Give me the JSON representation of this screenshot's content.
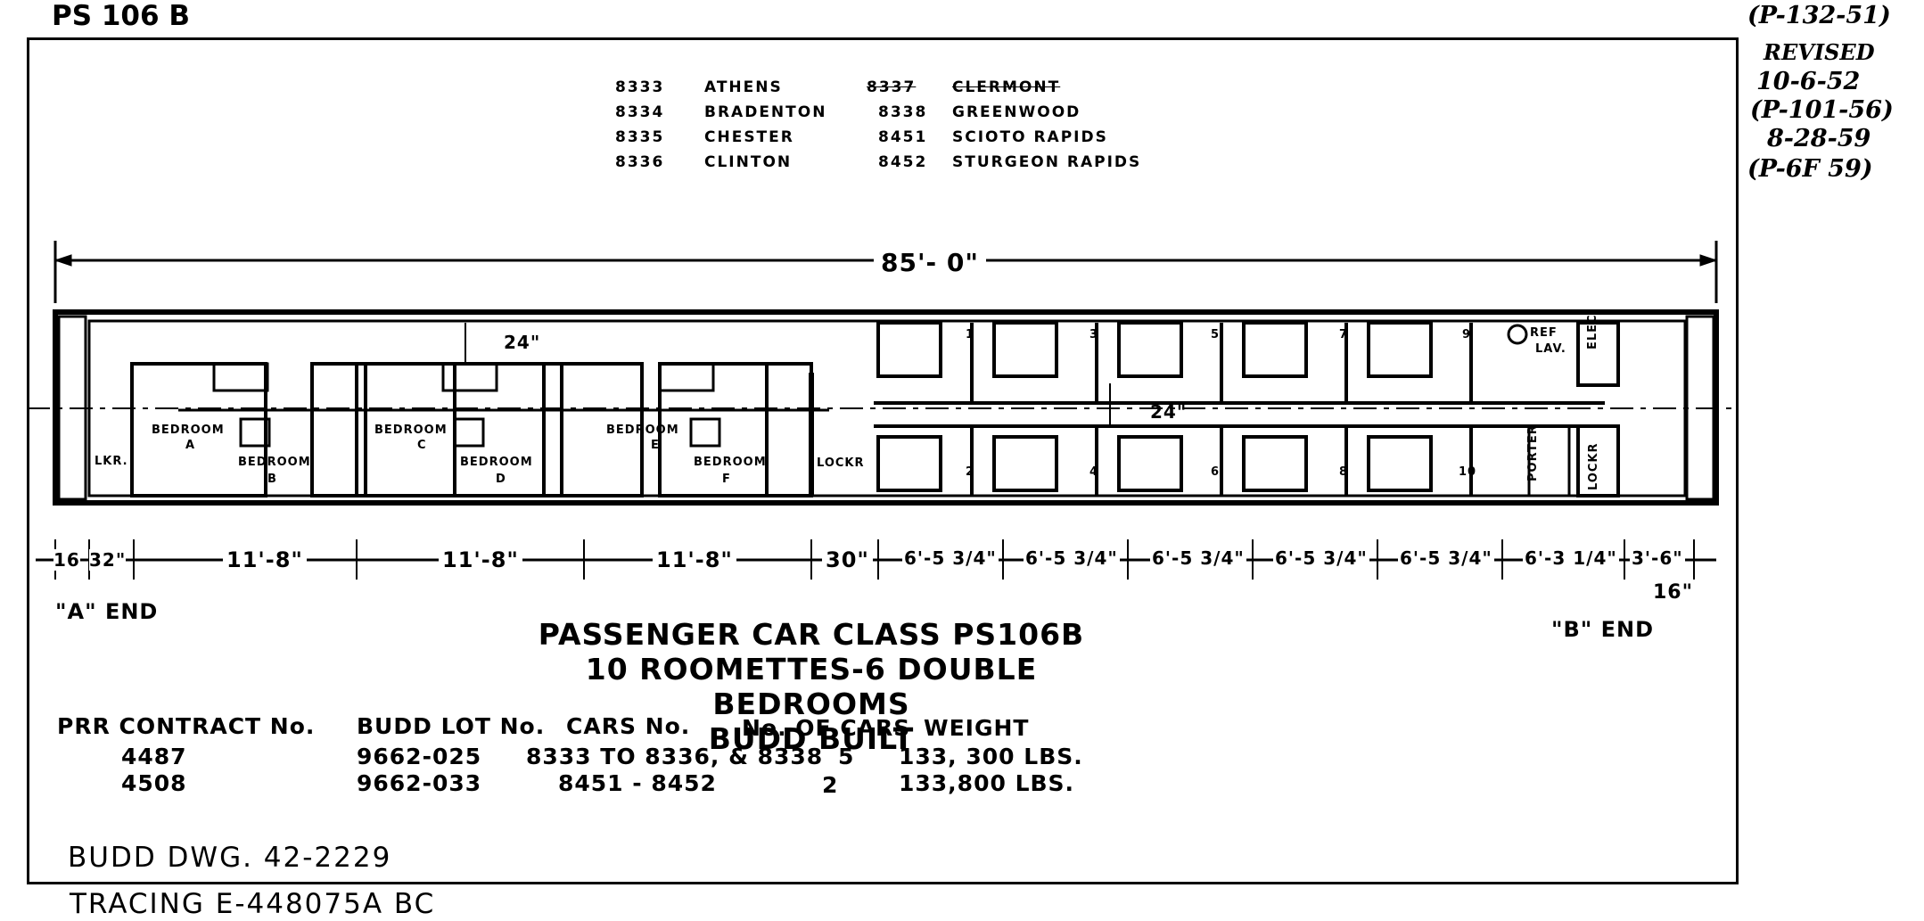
{
  "ps_label": "PS 106 B",
  "revisions": [
    "(P-132-51)",
    "REVISED",
    "10-6-52",
    "(P-101-56)",
    "8-28-59",
    "(P-6F 59)"
  ],
  "car_list_left": [
    {
      "number": "8333",
      "name": "ATHENS"
    },
    {
      "number": "8334",
      "name": "BRADENTON"
    },
    {
      "number": "8335",
      "name": "CHESTER"
    },
    {
      "number": "8336",
      "name": "CLINTON"
    }
  ],
  "car_list_right": [
    {
      "number": "8337",
      "name": "CLERMONT",
      "struck": true
    },
    {
      "number": "8338",
      "name": "GREENWOOD",
      "struck": false
    },
    {
      "number": "8451",
      "name": "SCIOTO RAPIDS",
      "struck": false
    },
    {
      "number": "8452",
      "name": "STURGEON RAPIDS",
      "struck": false
    }
  ],
  "overall_length": "85'- 0\"",
  "clearance_top": "24\"",
  "clearance_mid": "24\"",
  "segment_dims": [
    "16",
    "32\"",
    "11'-8\"",
    "11'-8\"",
    "11'-8\"",
    "30\"",
    "6'-5 3/4\"",
    "6'-5 3/4\"",
    "6'-5 3/4\"",
    "6'-5 3/4\"",
    "6'-5 3/4\"",
    "6'-3 1/4\"",
    "3'-6\""
  ],
  "end_dim_16": "16\"",
  "end_a": "\"A\" END",
  "end_b": "\"B\" END",
  "plan_labels": {
    "lkr": "LKR.",
    "lockr_mid": "LOCKR",
    "lockr_end": "LOCKR",
    "elec": "ELEC",
    "porter": "PORTER",
    "ref": "REF",
    "lav": "LAV.",
    "bedroom_word": "BEDROOM",
    "bedrooms": [
      "A",
      "B",
      "C",
      "D",
      "E",
      "F"
    ],
    "roomettes_top": [
      "1",
      "3",
      "5",
      "7",
      "9"
    ],
    "roomettes_bottom": [
      "2",
      "4",
      "6",
      "8",
      "10"
    ]
  },
  "title_lines": [
    "PASSENGER CAR CLASS PS106B",
    "10 ROOMETTES-6 DOUBLE BEDROOMS",
    "BUDD BUILT"
  ],
  "table": {
    "headers": [
      "PRR CONTRACT No.",
      "BUDD LOT No.",
      "CARS No.",
      "No. OF CARS",
      "WEIGHT"
    ],
    "rows": [
      [
        "4487",
        "9662-025",
        "8333 TO 8336, & 8338",
        "5",
        "133, 300 LBS."
      ],
      [
        "4508",
        "9662-033",
        "8451 - 8452",
        "2",
        "133,800 LBS."
      ]
    ]
  },
  "drawing_number": "BUDD DWG. 42-2229",
  "tracing": "TRACING E-448075A  BC"
}
